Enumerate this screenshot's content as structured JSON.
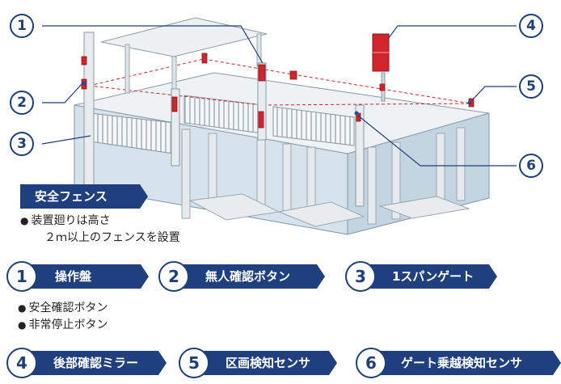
{
  "diagram": {
    "callouts": [
      "1",
      "2",
      "3",
      "4",
      "5",
      "6"
    ]
  },
  "fence_panel": {
    "title": "安全フェンス",
    "note_line1": "装置廻りは高さ",
    "note_line2": "２ｍ以上のフェンスを設置"
  },
  "legend": [
    {
      "num": "1",
      "label": "操作盤"
    },
    {
      "num": "2",
      "label": "無人確認ボタン"
    },
    {
      "num": "3",
      "label": "1スパンゲート"
    },
    {
      "num": "4",
      "label": "後部確認ミラー"
    },
    {
      "num": "5",
      "label": "区画検知センサ"
    },
    {
      "num": "6",
      "label": "ゲート乗越検知センサ"
    }
  ],
  "panel_notes": [
    "安全確認ボタン",
    "非常停止ボタン"
  ],
  "colors": {
    "navy": "#1f3f7f",
    "accent_red": "#d0252c",
    "glass": "#cfdde8"
  }
}
